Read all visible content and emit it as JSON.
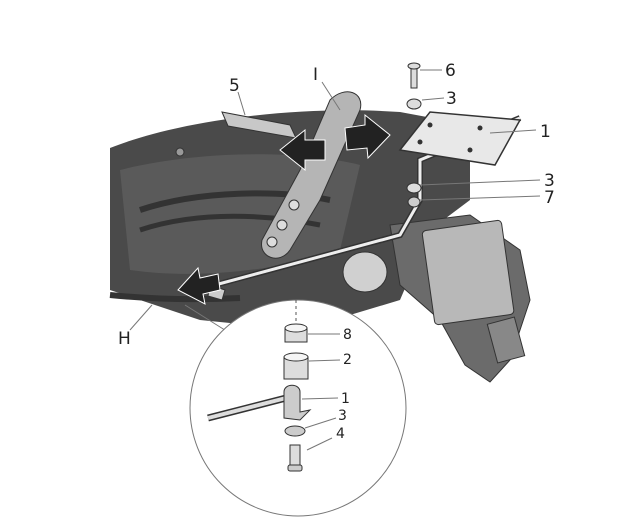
{
  "callouts": {
    "seat_bracket": "5",
    "grab_handle": "I",
    "screw_top": "6",
    "washer_top": "3",
    "plate": "1",
    "washer_mid": "3",
    "nut": "7",
    "frame_point": "H"
  },
  "detail_callouts": {
    "spacer_short": "8",
    "spacer_long": "2",
    "bracket": "1",
    "washer": "3",
    "bolt": "4"
  },
  "colors": {
    "body_dark": "#4a4a4a",
    "body_mid": "#6b6b6b",
    "part_light": "#c8c8c8",
    "arrow": "#222222"
  }
}
